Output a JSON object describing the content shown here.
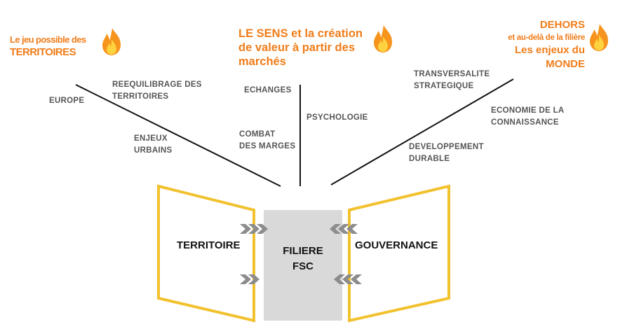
{
  "headers": {
    "left": {
      "line1": "Le jeu possible des",
      "line2": "TERRITOIRES"
    },
    "center": {
      "line1": "LE SENS et la création",
      "line2": "de valeur à partir des",
      "line3": "marchés"
    },
    "right": {
      "line1": "DEHORS",
      "line2": "et au-delà de la filière",
      "line3": "Les enjeux du",
      "line4": "MONDE"
    }
  },
  "left_branch": {
    "europe": "EUROPE",
    "reequilibrage_1": "REEQUILIBRAGE DES",
    "reequilibrage_2": "TERRITOIRES",
    "enjeux_1": "ENJEUX",
    "enjeux_2": "URBAINS"
  },
  "center_branch": {
    "echanges": "ECHANGES",
    "psychologie": "PSYCHOLOGIE",
    "combat_1": "COMBAT",
    "combat_2": "DES MARGES"
  },
  "right_branch": {
    "transversalite_1": "TRANSVERSALITE",
    "transversalite_2": "STRATEGIQUE",
    "economie_1": "ECONOMIE DE LA",
    "economie_2": "CONNAISSANCE",
    "developpement_1": "DEVELOPPEMENT",
    "developpement_2": "DURABLE"
  },
  "boxes": {
    "territoire": "TERRITOIRE",
    "gouvernance": "GOUVERNANCE",
    "filiere_1": "FILIERE",
    "filiere_2": "FSC"
  },
  "icons": [
    "flame-icon",
    "flame-icon",
    "flame-icon",
    "chevron-arrow-icon"
  ],
  "colors": {
    "accent_orange": "#f07d1a",
    "flame_outer": "#f7941d",
    "flame_inner": "#ffd23f",
    "panel_yellow": "#f2c12e",
    "center_gray": "#d9d9d9",
    "arrow_gray": "#8c8c8c",
    "label_gray": "#555555"
  }
}
